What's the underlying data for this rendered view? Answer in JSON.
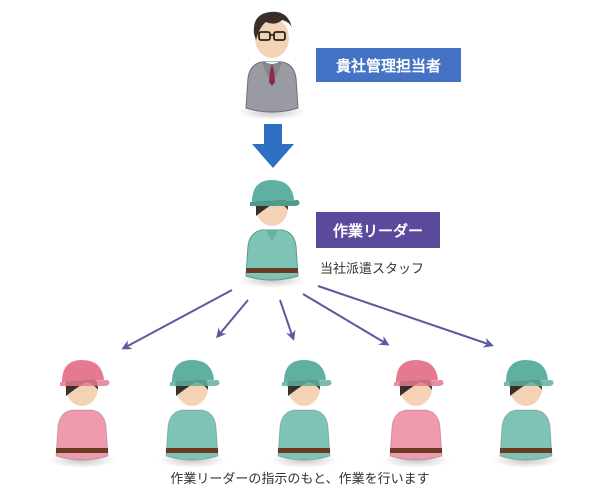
{
  "manager_label": {
    "text": "貴社管理担当者",
    "color": "#4472c4"
  },
  "leader_label": {
    "text": "作業リーダー",
    "color": "#5b4a9b"
  },
  "leader_caption": "当社派遣スタッフ",
  "bottom_caption": "作業リーダーの指示のもと、作業を行います",
  "colors": {
    "down_arrow": "#2f6fc4",
    "branch_arrows": "#5a5aa0",
    "teal_uniform": "#7ec3b5",
    "teal_cap": "#5fb0a0",
    "pink_uniform": "#ef9bad",
    "pink_cap": "#e5798f",
    "suit": "#9a9aa2",
    "skin": "#f4d2b4",
    "hair": "#3a2f28"
  },
  "workers": [
    {
      "color": "pink"
    },
    {
      "color": "teal"
    },
    {
      "color": "teal"
    },
    {
      "color": "pink"
    },
    {
      "color": "teal"
    }
  ]
}
